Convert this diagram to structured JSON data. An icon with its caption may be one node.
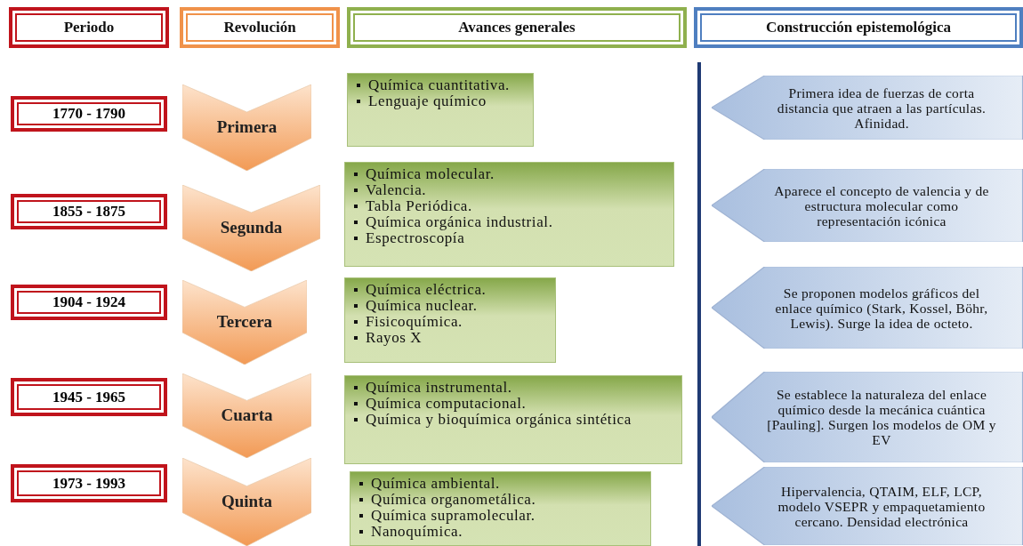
{
  "diagram": {
    "nodes": [
      {
        "text": [
          "Periodo"
        ]
      },
      {
        "text": [
          "Revolución"
        ]
      },
      {
        "text": [
          "Avances generales"
        ]
      },
      {
        "text": [
          "Construcción epistemológica"
        ]
      },
      {
        "text": [
          "1770 - 1790"
        ]
      },
      {
        "text": [
          "Primera"
        ]
      },
      {
        "text": [
          "Química cuantitativa.",
          "Lenguaje químico"
        ]
      },
      {
        "text": [
          "Primera idea de fuerzas de corta distancia que atraen a las partículas. Afinidad."
        ]
      },
      {
        "text": [
          "1855 - 1875"
        ]
      },
      {
        "text": [
          "Segunda"
        ]
      },
      {
        "text": [
          "Química molecular.",
          "Valencia.",
          "Tabla Periódica.",
          "Química orgánica industrial.",
          "Espectroscopía"
        ]
      },
      {
        "text": [
          "Aparece el concepto de valencia y de estructura molecular como representación icónica"
        ]
      },
      {
        "text": [
          "1904 - 1924"
        ]
      },
      {
        "text": [
          "Tercera"
        ]
      },
      {
        "text": [
          "Química eléctrica.",
          "Química nuclear.",
          "Fisicoquímica.",
          "Rayos X"
        ]
      },
      {
        "text": [
          "Se proponen modelos gráficos del enlace químico (Stark, Kossel, Böhr, Lewis). Surge la idea de octeto."
        ]
      },
      {
        "text": [
          "1945 - 1965"
        ]
      },
      {
        "text": [
          "Cuarta"
        ]
      },
      {
        "text": [
          "Química instrumental.",
          "Química computacional.",
          "Química y bioquímica orgánica sintética"
        ]
      },
      {
        "text": [
          "Se establece la naturaleza del enlace químico desde la mecánica cuántica  [Pauling]. Surgen los modelos de OM y EV"
        ]
      },
      {
        "text": [
          "1973 - 1993"
        ]
      },
      {
        "text": [
          "Quinta"
        ]
      },
      {
        "text": [
          "Química ambiental.",
          "Química organometálica.",
          "Química supramolecular.",
          "Nanoquímica."
        ]
      },
      {
        "text": [
          "Hipervalencia, QTAIM, ELF, LCP, modelo VSEPR y empaquetamiento cercano. Densidad electrónica"
        ]
      }
    ]
  }
}
